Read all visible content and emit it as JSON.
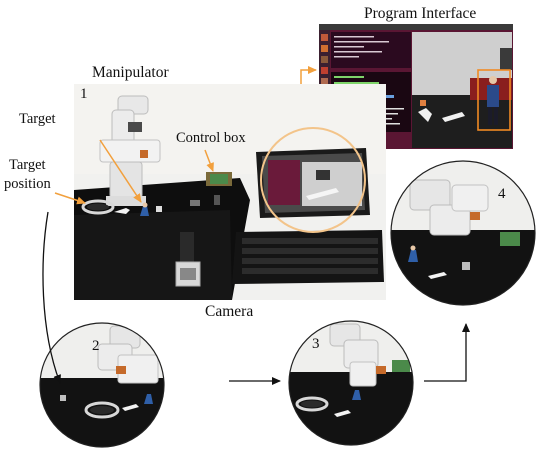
{
  "labels": {
    "program_interface": "Program Interface",
    "manipulator": "Manipulator",
    "target": "Target",
    "target_position_line1": "Target",
    "target_position_line2": "position",
    "control_box": "Control box",
    "camera": "Camera"
  },
  "steps": [
    "1",
    "2",
    "3",
    "4"
  ],
  "colors": {
    "arrow_orange": "#f2a03d",
    "highlight_circle": "#f3c48a",
    "box_orange": "#f08a24",
    "terminal_bg": "#2b0a1f",
    "desktop_bg": "#5a1633",
    "launcher_bg": "#3b2030",
    "table_black": "#111111",
    "arrow_black": "#111111"
  }
}
